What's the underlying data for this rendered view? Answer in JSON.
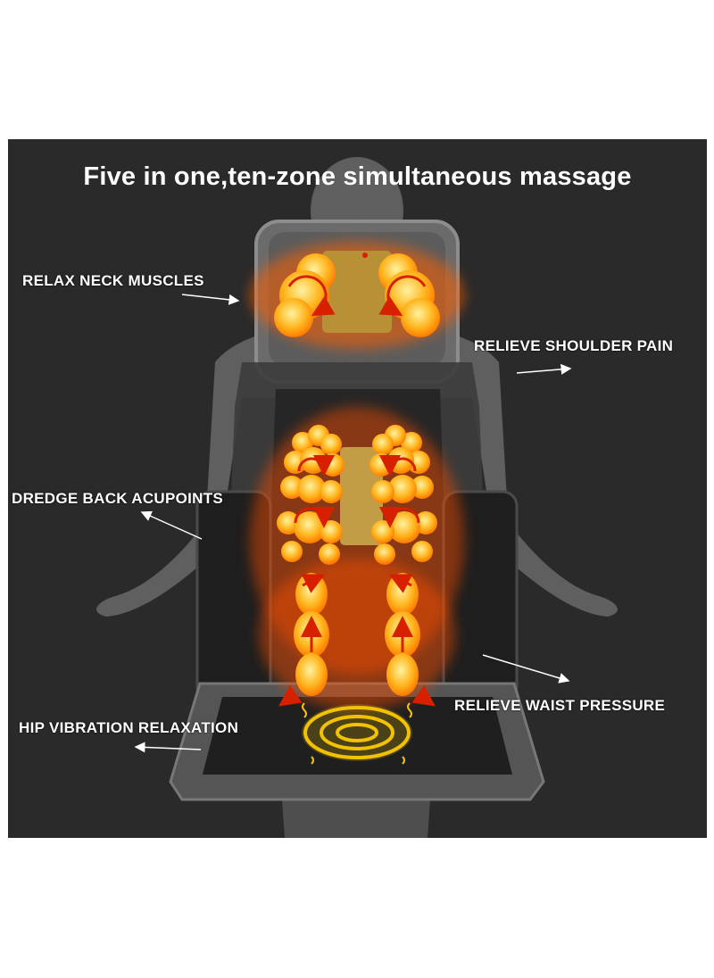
{
  "headline": "Five in one,ten-zone simultaneous massage",
  "labels": {
    "neck": "RELAX NECK MUSCLES",
    "shoulder": "RELIEVE SHOULDER PAIN",
    "back": "DREDGE BACK ACUPOINTS",
    "waist": "RELIEVE WAIST PRESSURE",
    "hip": "HIP VIBRATION RELAXATION"
  },
  "colors": {
    "background": "#2a2a2a",
    "label_text": "#ffffff",
    "heat_core": "#ffd34a",
    "heat_glow": "#ff5a00",
    "cushion": "#6b6b6b",
    "vibration_ring": "#f2c200"
  }
}
